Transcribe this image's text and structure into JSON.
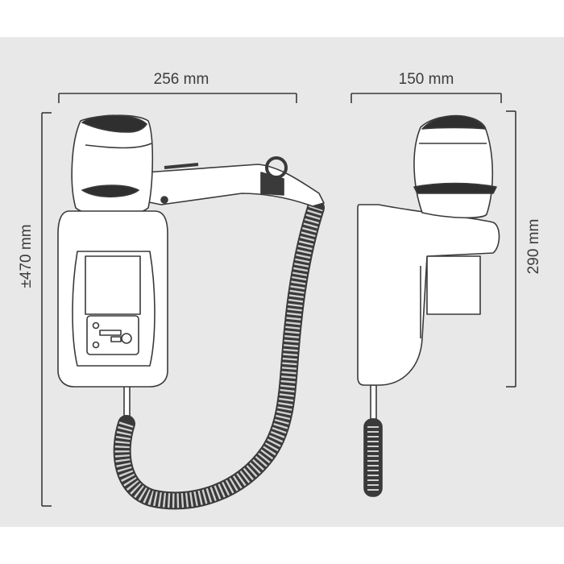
{
  "dimensions": {
    "front_width": "256 mm",
    "side_depth": "150 mm",
    "total_height": "±470 mm",
    "mount_height": "290 mm"
  },
  "colors": {
    "background": "#e8e8e8",
    "outline": "#3a3a3a",
    "body_fill": "#ffffff",
    "nozzle_fill": "#2f2f2f"
  }
}
